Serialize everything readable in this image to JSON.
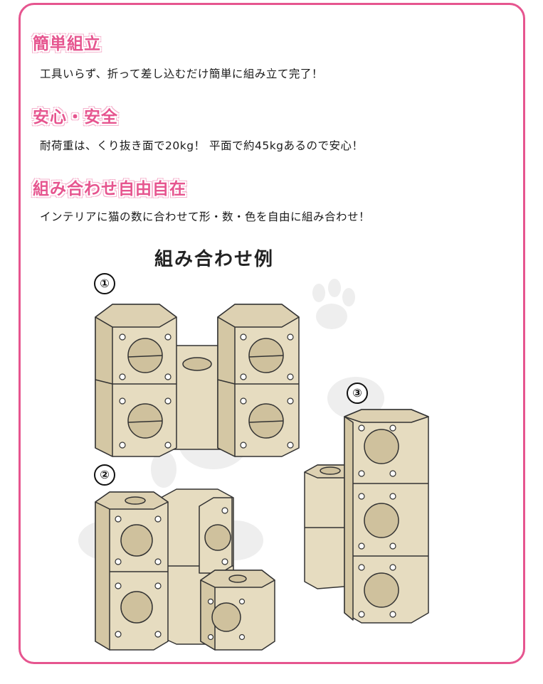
{
  "sections": [
    {
      "heading": "簡単組立",
      "text": "工具いらず、折って差し込むだけ簡単に組み立て完了！"
    },
    {
      "heading": "安心・安全",
      "text": "耐荷重は、くり抜き面で20kg！ 平面で約45kgあるので安心！"
    },
    {
      "heading": "組み合わせ自由自在",
      "text": "インテリアに猫の数に合わせて形・数・色を自由に組み合わせ！"
    }
  ],
  "example": {
    "title": "組み合わせ例",
    "labels": [
      "①",
      "②",
      "③"
    ]
  },
  "colors": {
    "accent": "#e6558f",
    "cardboard": "#e6dcc0",
    "cardboard_dark": "#d4c7a4",
    "outline": "#333333"
  }
}
